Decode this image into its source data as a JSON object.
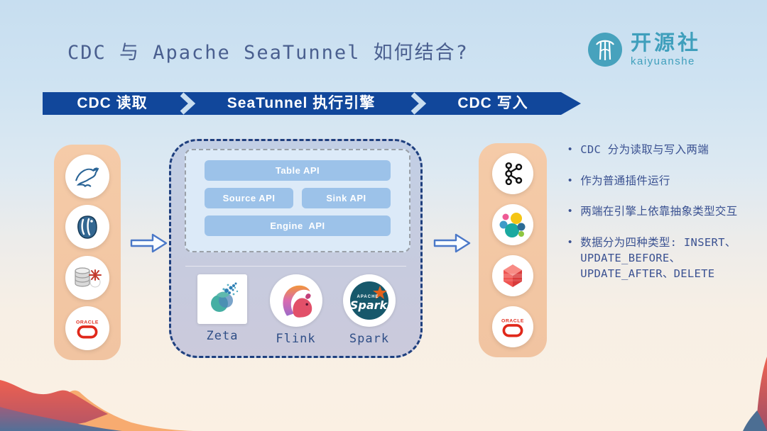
{
  "title": "CDC 与 Apache SeaTunnel 如何结合?",
  "logo": {
    "cn": "开源社",
    "en": "kaiyuanshe",
    "accent": "#3f9fbc"
  },
  "banner": {
    "bg": "#11479b",
    "segments": [
      {
        "label": "CDC 读取"
      },
      {
        "label": "SeaTunnel 执行引擎"
      },
      {
        "label": "CDC 写入"
      }
    ]
  },
  "sources": {
    "items": [
      {
        "name": "MySQL",
        "icon": "mysql-dolphin-icon"
      },
      {
        "name": "PostgreSQL",
        "icon": "postgresql-elephant-icon"
      },
      {
        "name": "SQL Server",
        "icon": "sql-server-database-icon"
      },
      {
        "name": "Oracle",
        "icon": "oracle-icon",
        "label": "ORACLE"
      }
    ]
  },
  "engine": {
    "api": {
      "table": "Table API",
      "source": "Source API",
      "sink": "Sink API",
      "engine": "Engine  API"
    },
    "runtimes": [
      {
        "label": "Zeta",
        "icon": "zeta-splash-icon"
      },
      {
        "label": "Flink",
        "icon": "flink-squirrel-icon"
      },
      {
        "label": "Spark",
        "icon": "spark-logo-icon",
        "logo_top": "APACHE",
        "logo_word": "Spark"
      }
    ]
  },
  "sinks": {
    "items": [
      {
        "name": "Kafka",
        "icon": "kafka-icon"
      },
      {
        "name": "Elasticsearch",
        "icon": "elasticsearch-icon"
      },
      {
        "name": "Redshift",
        "icon": "red-cube-database-icon"
      },
      {
        "name": "Oracle",
        "icon": "oracle-icon",
        "label": "ORACLE"
      }
    ]
  },
  "notes": {
    "bullets": [
      "CDC 分为读取与写入两端",
      "作为普通插件运行",
      "两端在引擎上依靠抽象类型交互",
      "数据分为四种类型: INSERT、UPDATE_BEFORE、UPDATE_AFTER、DELETE"
    ]
  },
  "colors": {
    "banner_blue": "#11479b",
    "panel_dash_navy": "#1e3f7e",
    "api_button_blue": "#9cc2e9",
    "peach_column": "#f3c8a5",
    "note_text_navy": "#3a5191",
    "title_navy": "#4a5f8f"
  }
}
